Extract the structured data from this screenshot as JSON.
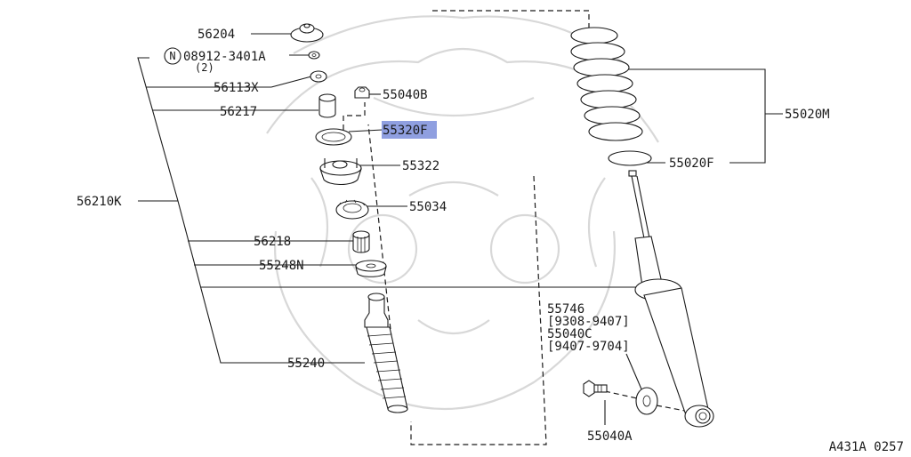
{
  "diagram_id": "A431A 0257",
  "highlight_color": "#8f9fe0",
  "parts": {
    "p56204": "56204",
    "p08912": "08912-3401A",
    "p08912_prefix": "N",
    "p08912_qty": "(2)",
    "p56113x": "56113X",
    "p56217": "56217",
    "p55040b": "55040B",
    "p55320f": "55320F",
    "p55322": "55322",
    "p55034": "55034",
    "p56210k": "56210K",
    "p56218": "56218",
    "p55248n": "55248N",
    "p55240": "55240",
    "p55020m": "55020M",
    "p55020f": "55020F",
    "p55746": "55746",
    "p55746_range": "[9308-9407]",
    "p55040c": "55040C",
    "p55040c_range": "[9407-9704]",
    "p55040a": "55040A"
  }
}
